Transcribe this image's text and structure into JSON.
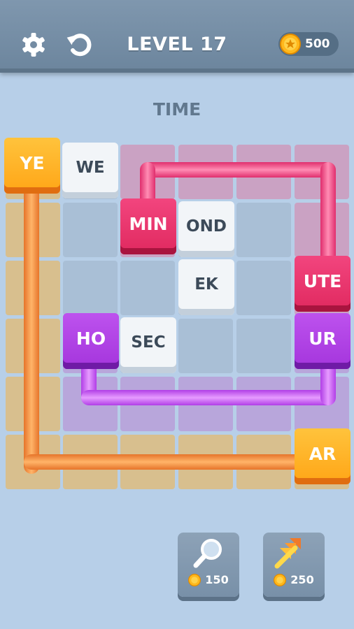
{
  "header": {
    "settings_icon": "gear-icon",
    "restart_icon": "restart-icon",
    "level_title": "LEVEL 17",
    "coins": "500",
    "coin_icon": "coin-icon"
  },
  "puzzle": {
    "category": "TIME",
    "tiles": {
      "ye": "YE",
      "we": "WE",
      "min": "MIN",
      "ond": "OND",
      "ek": "EK",
      "ute": "UTE",
      "ho": "HO",
      "sec": "SEC",
      "ur": "UR",
      "ar": "AR"
    }
  },
  "boosters": {
    "hint": {
      "icon": "magnifier-icon",
      "cost": "150"
    },
    "skip": {
      "icon": "arrows-icon",
      "cost": "250"
    }
  },
  "colors": {
    "orange": "#ffa516",
    "pink": "#e0295f",
    "purple": "#a435dc",
    "white": "#f2f5f8"
  }
}
